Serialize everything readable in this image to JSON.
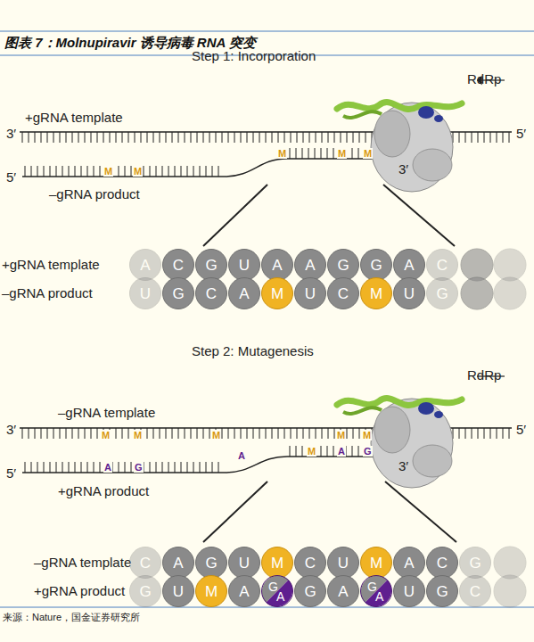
{
  "diagram": {
    "title": "图表 7：Molnupiravir 诱导病毒 RNA 突变",
    "nodes": [
      {
        "text": [
          "A"
        ]
      },
      {
        "text": [
          "C"
        ]
      },
      {
        "text": [
          "G"
        ]
      },
      {
        "text": [
          "U"
        ]
      },
      {
        "text": [
          "A"
        ]
      },
      {
        "text": [
          "A"
        ]
      },
      {
        "text": [
          "G"
        ]
      },
      {
        "text": [
          "G"
        ]
      },
      {
        "text": [
          "A"
        ]
      },
      {
        "text": [
          "C"
        ]
      },
      {
        "text": [
          "U"
        ]
      },
      {
        "text": [
          "G"
        ]
      },
      {
        "text": [
          "C"
        ]
      },
      {
        "text": [
          "A"
        ]
      },
      {
        "text": [
          "M"
        ]
      },
      {
        "text": [
          "U"
        ]
      },
      {
        "text": [
          "C"
        ]
      },
      {
        "text": [
          "M"
        ]
      },
      {
        "text": [
          "U"
        ]
      },
      {
        "text": [
          "G"
        ]
      },
      {
        "text": [
          "C"
        ]
      },
      {
        "text": [
          "A"
        ]
      },
      {
        "text": [
          "G"
        ]
      },
      {
        "text": [
          "U"
        ]
      },
      {
        "text": [
          "M"
        ]
      },
      {
        "text": [
          "C"
        ]
      },
      {
        "text": [
          "U"
        ]
      },
      {
        "text": [
          "M"
        ]
      },
      {
        "text": [
          "A"
        ]
      },
      {
        "text": [
          "C"
        ]
      },
      {
        "text": [
          "G"
        ]
      },
      {
        "text": [
          "G"
        ]
      },
      {
        "text": [
          "U"
        ]
      },
      {
        "text": [
          "M"
        ]
      },
      {
        "text": [
          "A"
        ]
      },
      {
        "text": [
          "G",
          "A"
        ]
      },
      {
        "text": [
          "G"
        ]
      },
      {
        "text": [
          "A"
        ]
      },
      {
        "text": [
          "G",
          "A"
        ]
      },
      {
        "text": [
          "U"
        ]
      },
      {
        "text": [
          "G"
        ]
      },
      {
        "text": [
          "C"
        ]
      }
    ],
    "labels": [
      "Step 1: Incorporation",
      "RdRp",
      "+gRNA template",
      "3′",
      "5′",
      "5′",
      "M",
      "M",
      "M",
      "M",
      "M",
      "–gRNA product",
      "3′",
      "+gRNA template",
      "–gRNA product",
      "Step 2: Mutagenesis",
      "RdRp",
      "–gRNA template",
      "3′",
      "5′",
      "5′",
      "M",
      "M",
      "M",
      "M",
      "M",
      "A",
      "G",
      "A",
      "M",
      "A",
      "G",
      "+gRNA product",
      "3′",
      "–gRNA template",
      "+gRNA product",
      "来源：Nature，国金证券研究所"
    ]
  }
}
